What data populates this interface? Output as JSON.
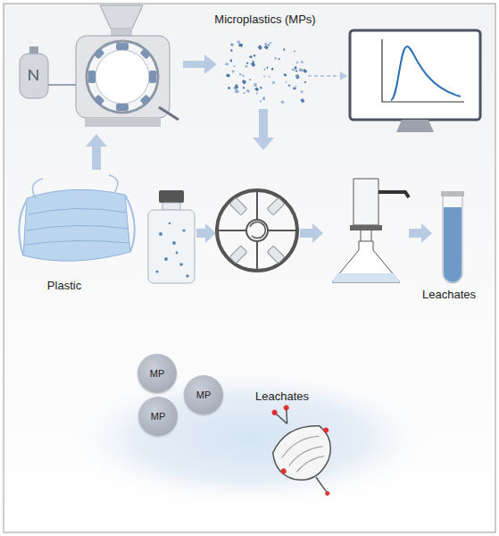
{
  "diagram": {
    "nodes": [
      {
        "text": [
          "MP"
        ]
      },
      {
        "text": [
          "MP"
        ]
      },
      {
        "text": [
          "MP"
        ]
      }
    ],
    "labels": [
      "Microplastics (MPs)",
      "Plastic",
      "Leachates",
      "Leachates"
    ]
  }
}
